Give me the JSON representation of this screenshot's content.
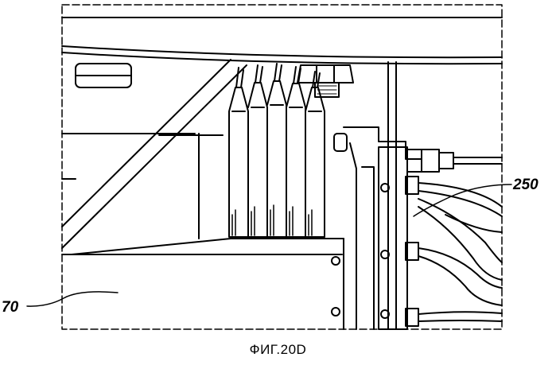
{
  "figure": {
    "caption": "ФИГ.20D",
    "references": {
      "frame": "70",
      "connector_block": "250"
    }
  }
}
